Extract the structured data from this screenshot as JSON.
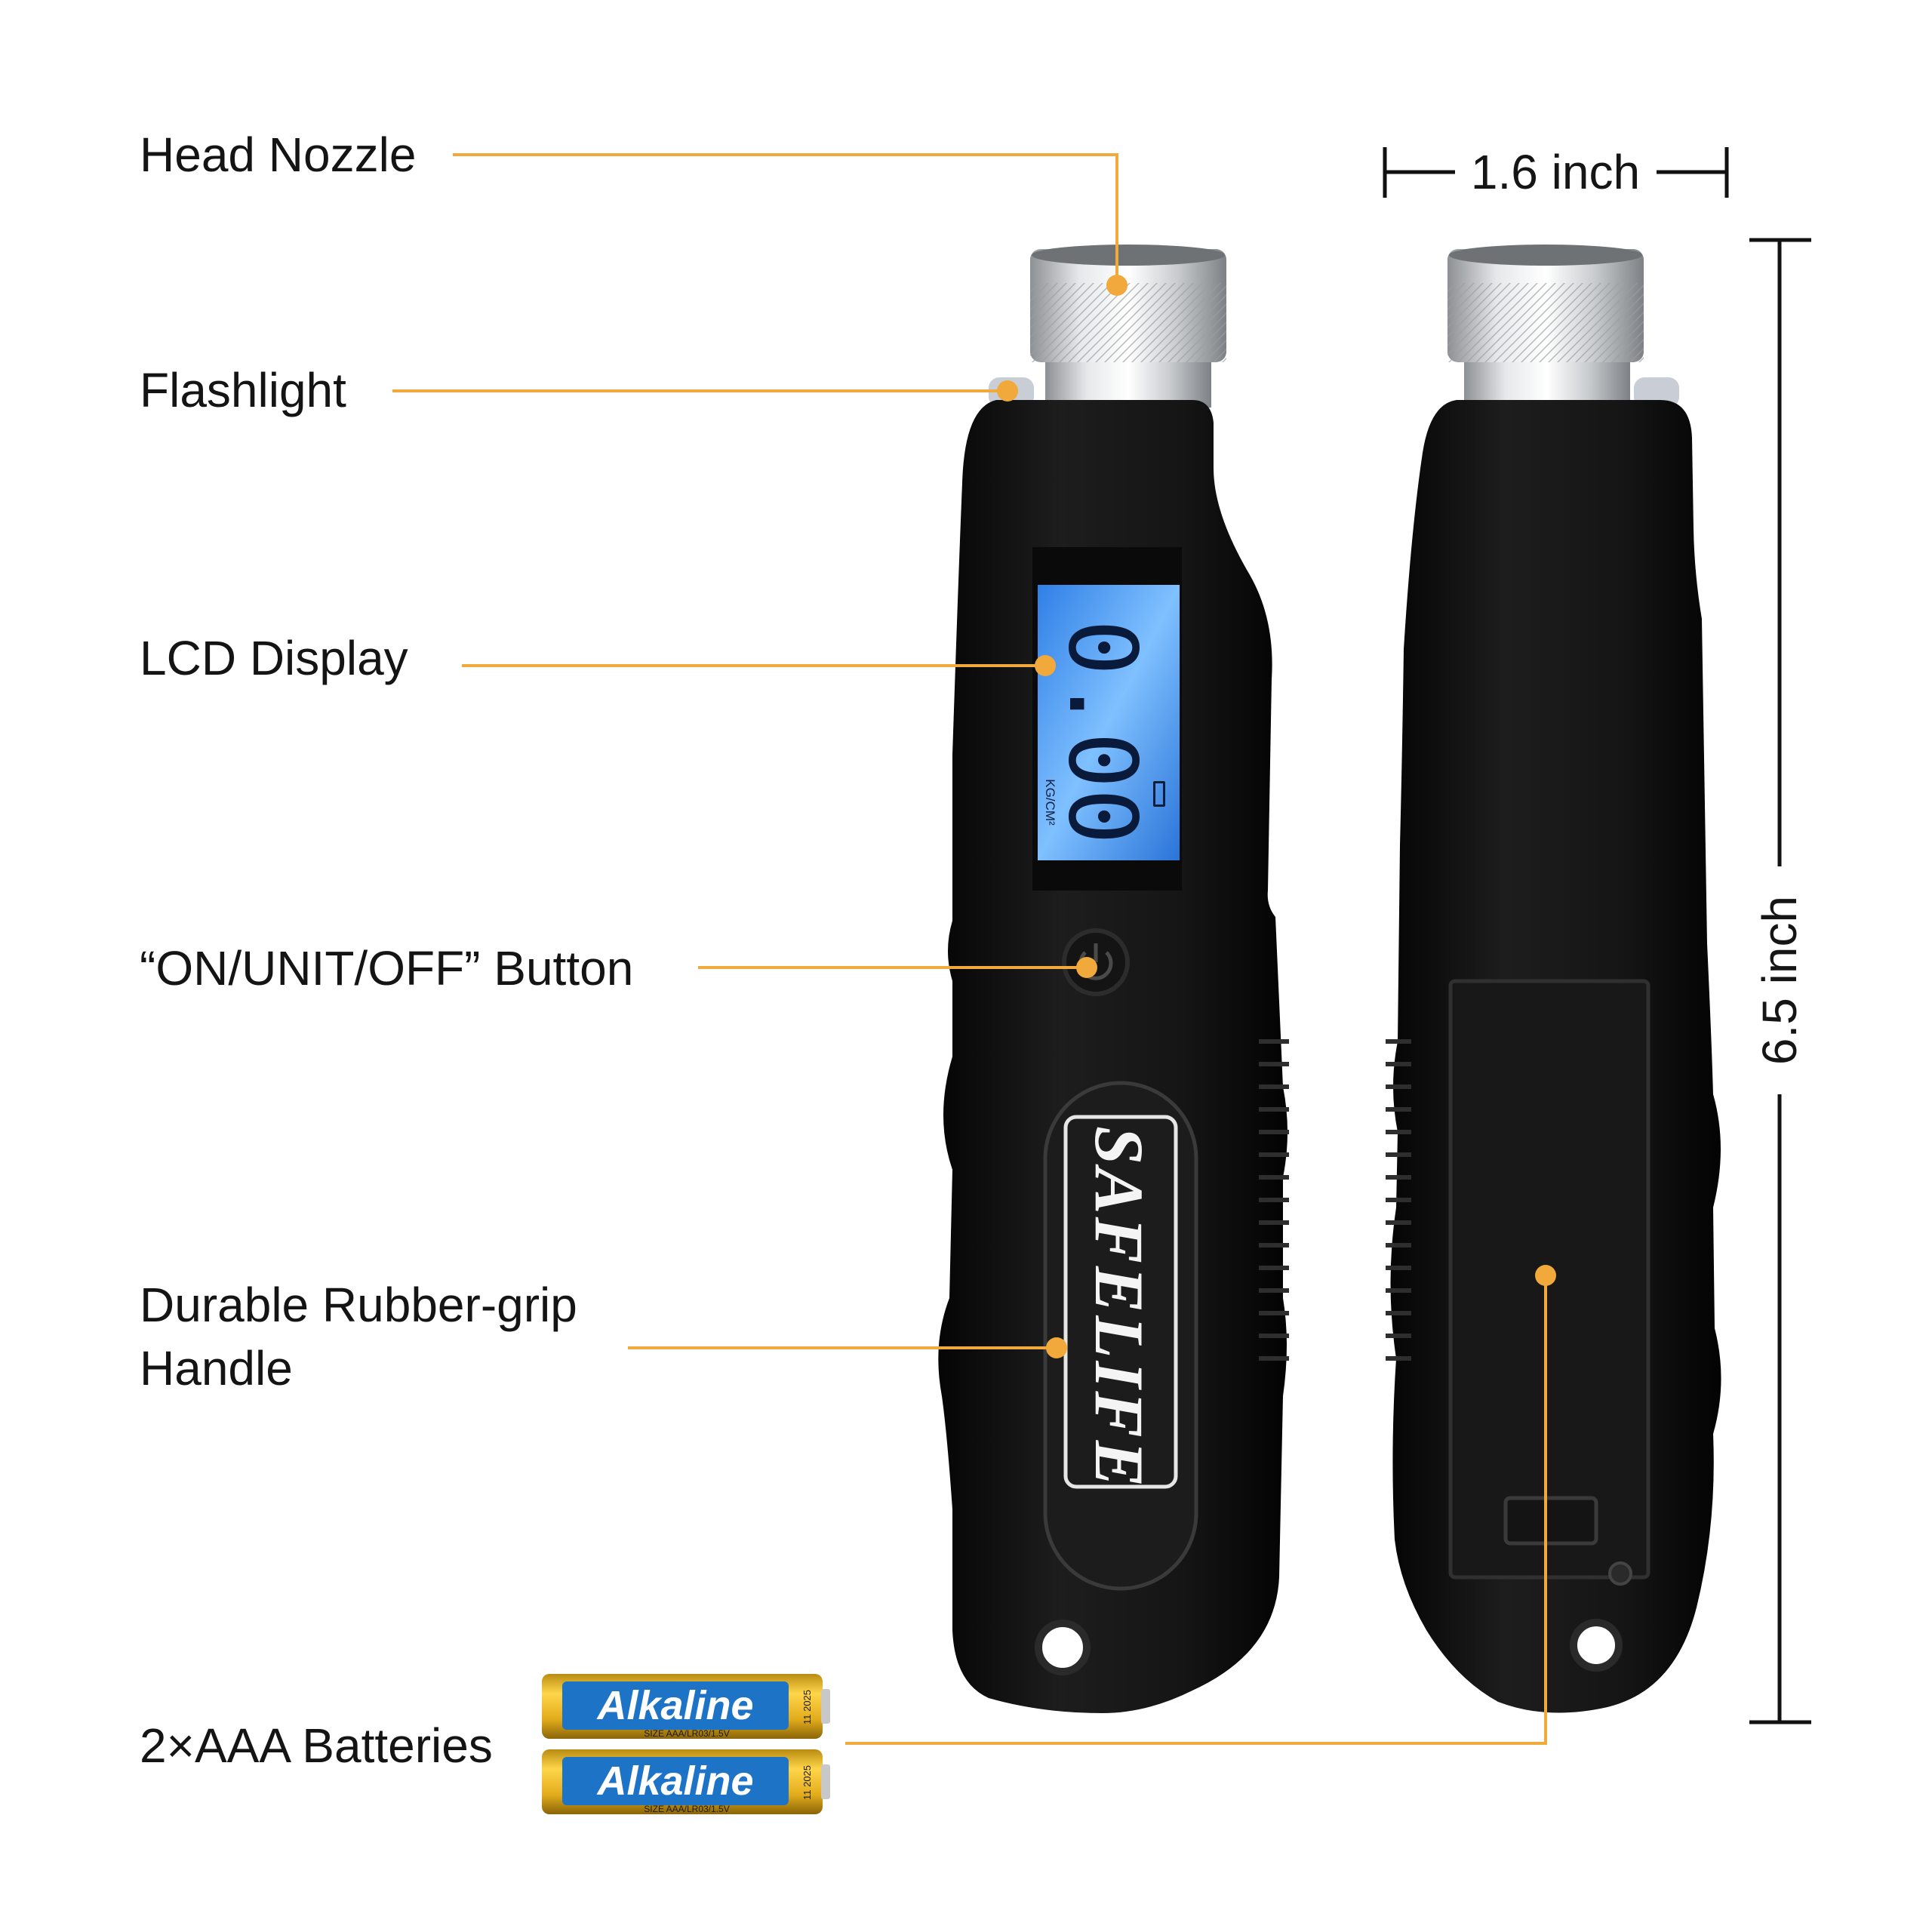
{
  "callouts": {
    "head_nozzle": "Head Nozzle",
    "flashlight": "Flashlight",
    "lcd_display": "LCD Display",
    "power_button": "“ON/UNIT/OFF” Button",
    "grip_line1": "Durable Rubber-grip",
    "grip_line2": "Handle",
    "batteries": "2×AAA Batteries"
  },
  "dimensions": {
    "width": "1.6 inch",
    "height": "6.5 inch"
  },
  "device": {
    "lcd_reading": "0.00",
    "lcd_unit": "KG/CM²",
    "brand": "SAFELIFE"
  },
  "battery": {
    "label": "Alkaline",
    "spec": "SIZE AAA/LR03/1.5V",
    "date": "11 2025"
  },
  "colors": {
    "accent": "#F0A93A",
    "body": "#121212",
    "lcd": "#4E9CF0"
  }
}
